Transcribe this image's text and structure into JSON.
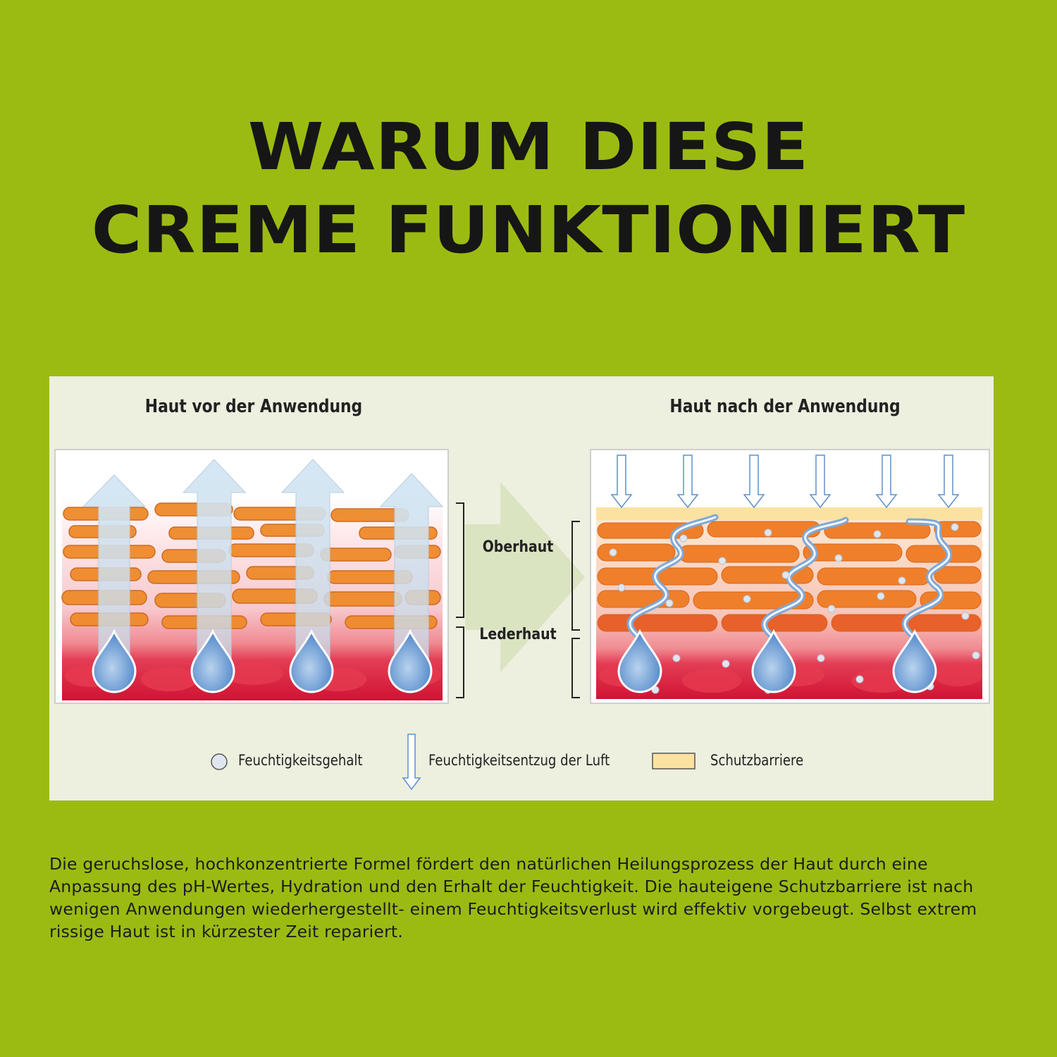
{
  "headline": {
    "line1": "WARUM DIESE",
    "line2": "CREME FUNKTIONIERT"
  },
  "diagram": {
    "before_title": "Haut vor der Anwendung",
    "after_title": "Haut nach der Anwendung",
    "layer_labels": {
      "epidermis": "Oberhaut",
      "dermis": "Lederhaut"
    },
    "legend": {
      "moisture": "Feuchtigkeitsgehalt",
      "air_drain": "Feuchtigkeitsentzug der Luft",
      "barrier": "Schutzbarriere"
    },
    "colors": {
      "background": "#9bbb13",
      "panel": "#edefdf",
      "cells": "#ef8a2a",
      "dermis": "#d8163a",
      "water": "#6fa0d8",
      "barrier": "#fbe2a0"
    }
  },
  "description": "Die geruchslose, hochkonzentrierte Formel fördert den natürlichen Heilungsprozess der Haut durch eine Anpassung des pH-Wertes, Hydration und den Erhalt der Feuchtigkeit. Die hauteigene Schutzbarriere ist nach wenigen Anwendungen wiederhergestellt- einem Feuchtigkeitsverlust wird effektiv vorgebeugt. Selbst extrem rissige Haut ist in kürzester Zeit repariert."
}
